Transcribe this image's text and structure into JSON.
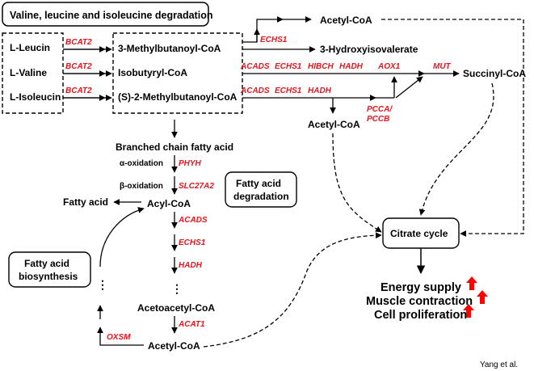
{
  "title_box": "Valine, leucine and isoleucine degradation",
  "amino_acids": [
    "L-Leucin",
    "L-Valine",
    "L-Isoleucin"
  ],
  "intermediates": [
    "3-Methylbutanoyl-CoA",
    "Isobutyryl-CoA",
    "(S)-2-Methylbutanoyl-CoA"
  ],
  "products": {
    "acetyl_coa_top": "Acetyl-CoA",
    "hydroxyisovalerate": "3-Hydroxyisovalerate",
    "succinyl_coa": "Succinyl-CoA",
    "acetyl_coa_mid": "Acetyl-CoA",
    "citrate_cycle": "Citrate cycle"
  },
  "genes": {
    "bcat2": "BCAT2",
    "echs1": "ECHS1",
    "acads": "ACADS",
    "hibch": "HIBCH",
    "hadh": "HADH",
    "aox1": "AOX1",
    "mut": "MUT",
    "pcca": "PCCA/",
    "pccb": "PCCB",
    "phyh": "PHYH",
    "slc27a2": "SLC27A2",
    "act1": "ACAT1",
    "oxsm": "OXSM"
  },
  "fatty_acid": {
    "branched": "Branched chain fatty acid",
    "alpha": "α-oxidation",
    "beta": "β-oxidation",
    "fatty_acid": "Fatty acid",
    "acyl_coa": "Acyl-CoA",
    "degradation_box_line1": "Fatty acid",
    "degradation_box_line2": "degradation",
    "biosynthesis_box_line1": "Fatty acid",
    "biosynthesis_box_line2": "biosynthesis",
    "acetoacetyl": "Acetoacetyl-CoA",
    "acetyl_coa_bottom": "Acetyl-CoA",
    "dots": "⋮"
  },
  "outcomes": [
    "Energy supply",
    "Muscle contraction",
    "Cell proliferation"
  ],
  "credit": "Yang et al.",
  "colors": {
    "gene": "#e8141b",
    "arrow_up": "#ff0000",
    "line": "#000000"
  }
}
